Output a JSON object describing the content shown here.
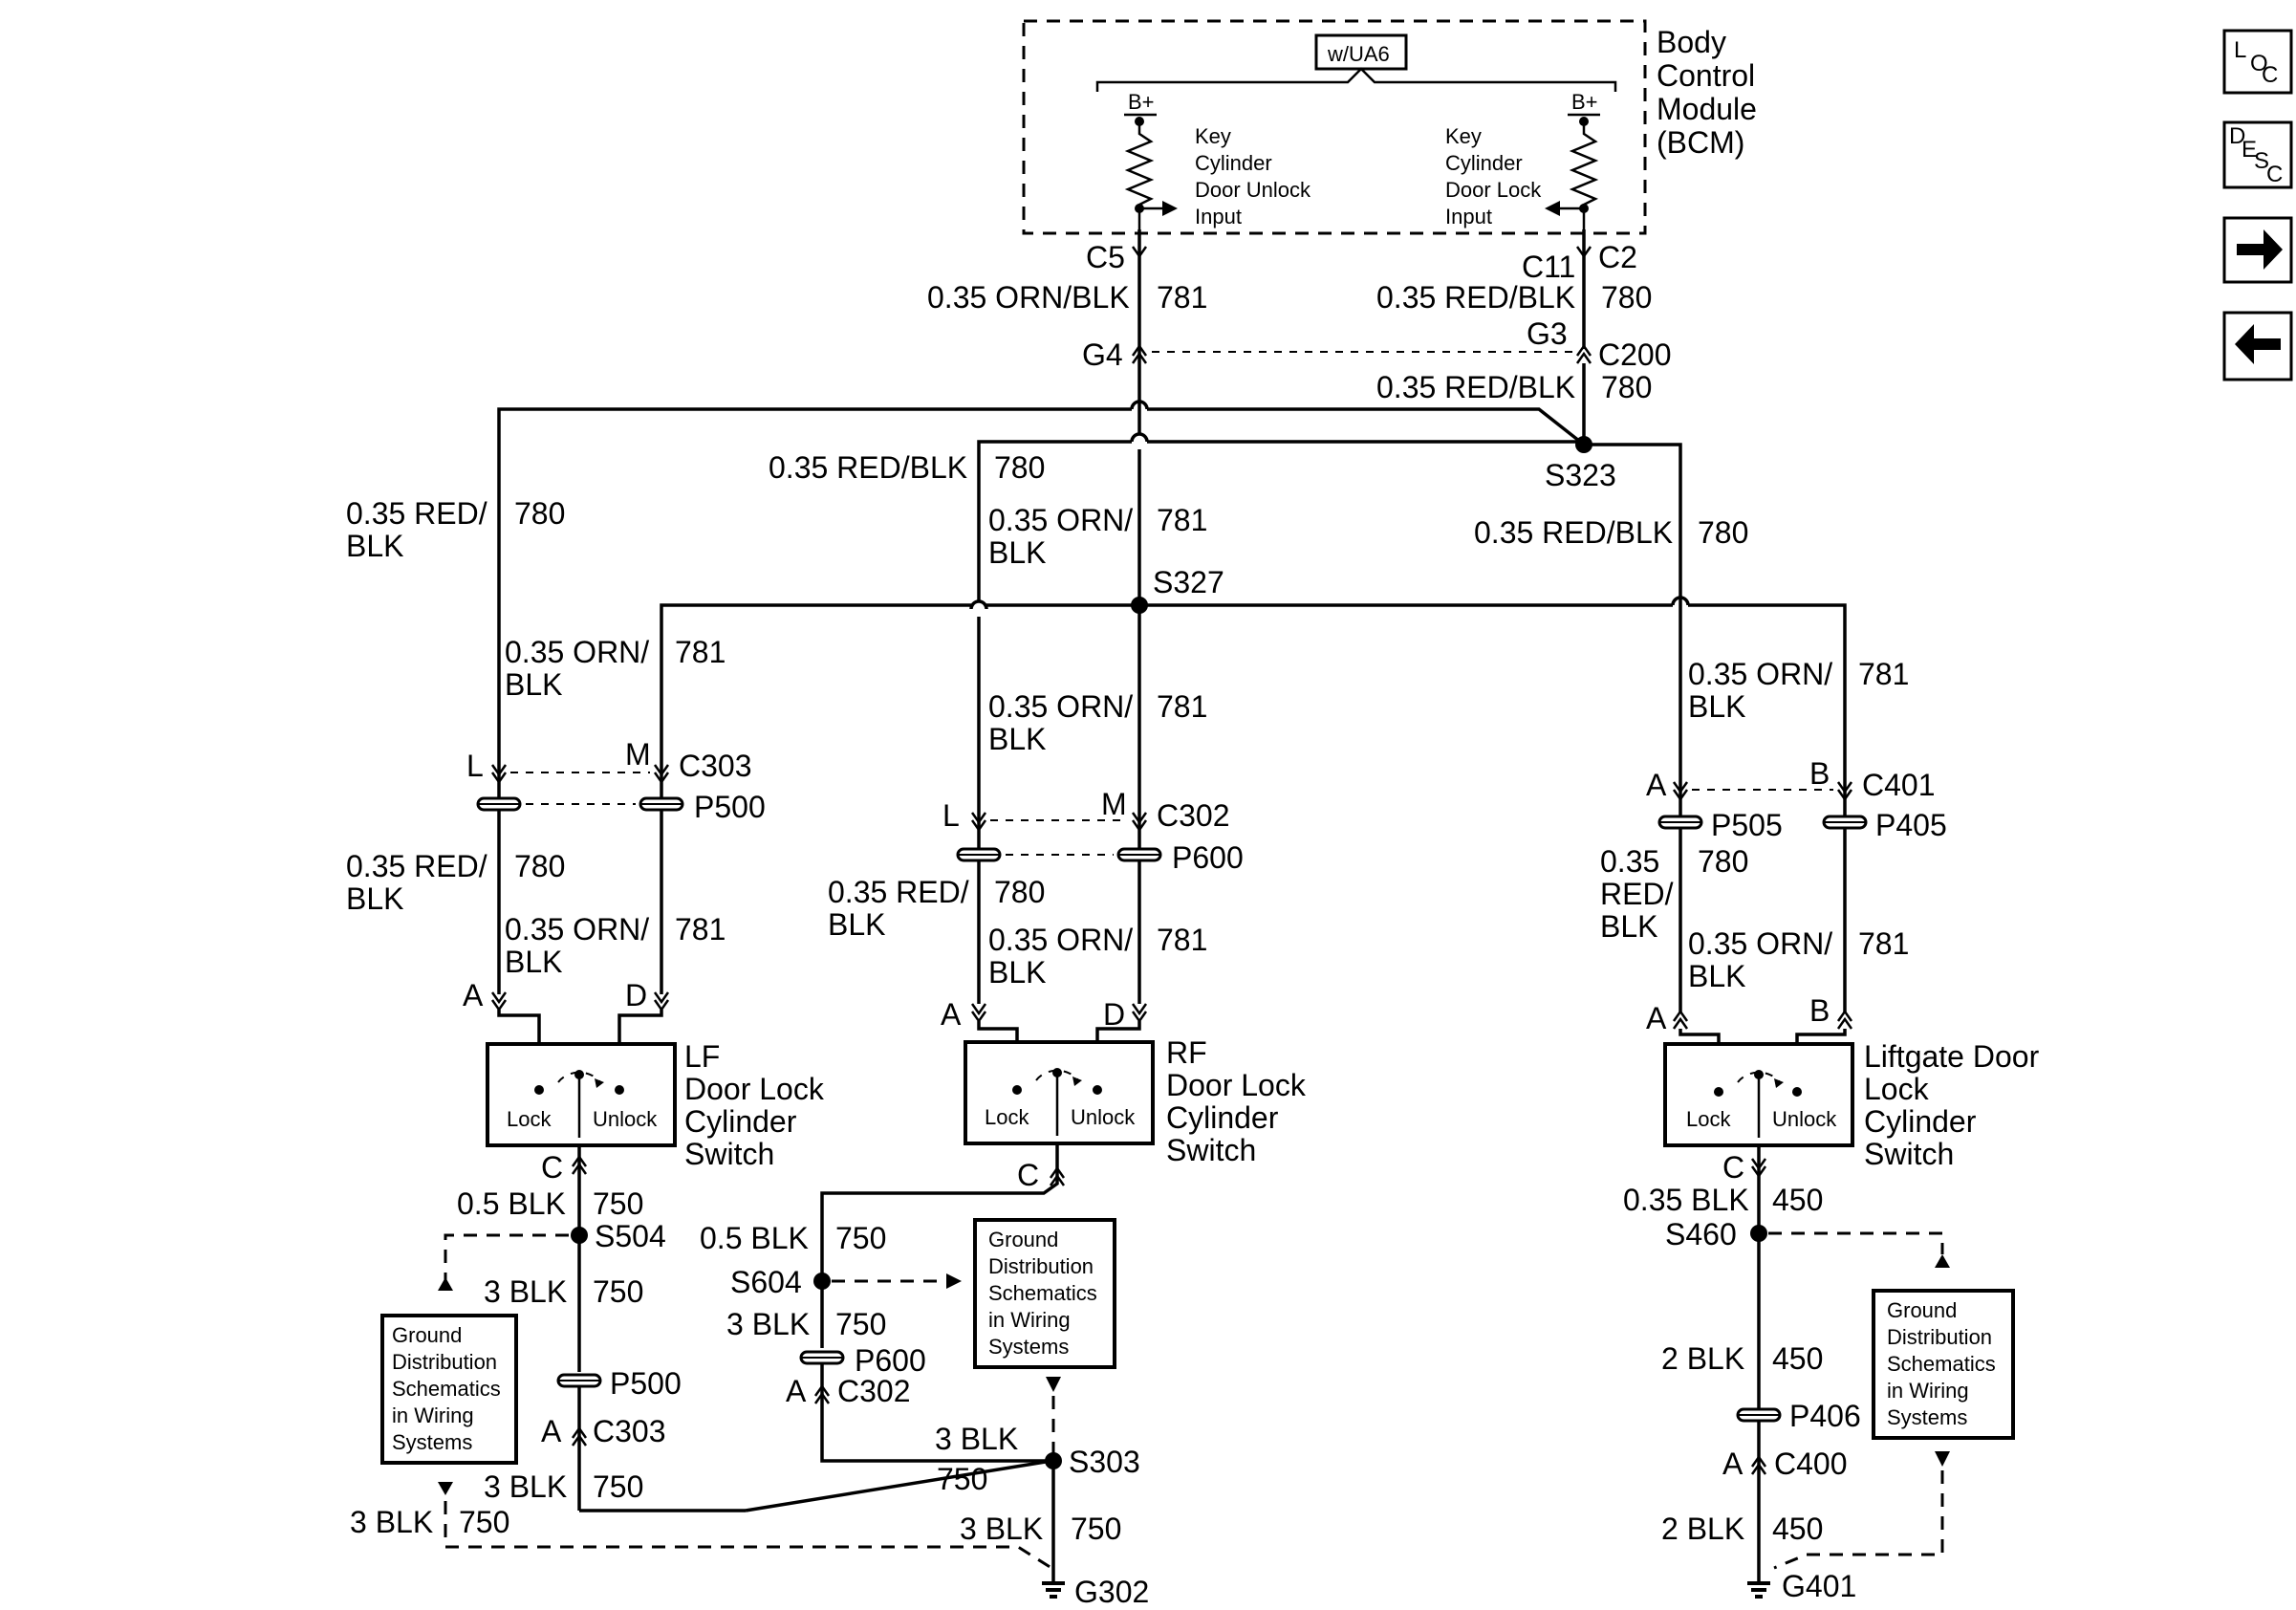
{
  "bcm": {
    "title_lines": [
      "Body",
      "Control",
      "Module",
      "(BCM)"
    ],
    "option": "w/UA6",
    "b_plus": "B+",
    "unlock_input_lines": [
      "Key",
      "Cylinder",
      "Door Unlock",
      "Input"
    ],
    "lock_input_lines": [
      "Key",
      "Cylinder",
      "Door Lock",
      "Input"
    ]
  },
  "nav": {
    "loc": {
      "big": "L",
      "mid": "O",
      "small": "C"
    },
    "desc": {
      "d": "D",
      "e": "E",
      "s": "S",
      "c": "C"
    }
  },
  "connectors": {
    "c5": "C5",
    "c11": "C11",
    "c2": "C2",
    "g4": "G4",
    "g3": "G3",
    "c200": "C200",
    "c303": "C303",
    "p500": "P500",
    "c302": "C302",
    "p600": "P600",
    "c401": "C401",
    "p505": "P505",
    "p405": "P405",
    "c400": "C400",
    "p406": "P406"
  },
  "splices": {
    "s323": "S323",
    "s327": "S327",
    "s504": "S504",
    "s604": "S604",
    "s303": "S303",
    "s460": "S460"
  },
  "grounds": {
    "g302": "G302",
    "g401": "G401"
  },
  "pins": {
    "l": "L",
    "m": "M",
    "a": "A",
    "b": "B",
    "c": "C",
    "d": "D"
  },
  "wires": {
    "orn_blk": "0.35 ORN/BLK",
    "red_blk": "0.35 RED/BLK",
    "c781": "781",
    "c780": "780",
    "c750": "750",
    "c450": "450",
    "red_split": [
      "0.35 RED/",
      "BLK"
    ],
    "orn_split": [
      "0.35 ORN/",
      "BLK"
    ],
    "red_tall": [
      "0.35",
      "RED/",
      "BLK"
    ],
    "blk05": "0.5 BLK",
    "blk035": "0.35 BLK",
    "blk3": "3 BLK",
    "blk2": "2 BLK"
  },
  "switches": {
    "lf": [
      "LF",
      "Door Lock",
      "Cylinder",
      "Switch"
    ],
    "rf": [
      "RF",
      "Door Lock",
      "Cylinder",
      "Switch"
    ],
    "lg": [
      "Liftgate Door",
      "Lock",
      "Cylinder",
      "Switch"
    ],
    "lock": "Lock",
    "unlock": "Unlock"
  },
  "ground_ref": [
    "Ground",
    "Distribution",
    "Schematics",
    "in Wiring",
    "Systems"
  ]
}
